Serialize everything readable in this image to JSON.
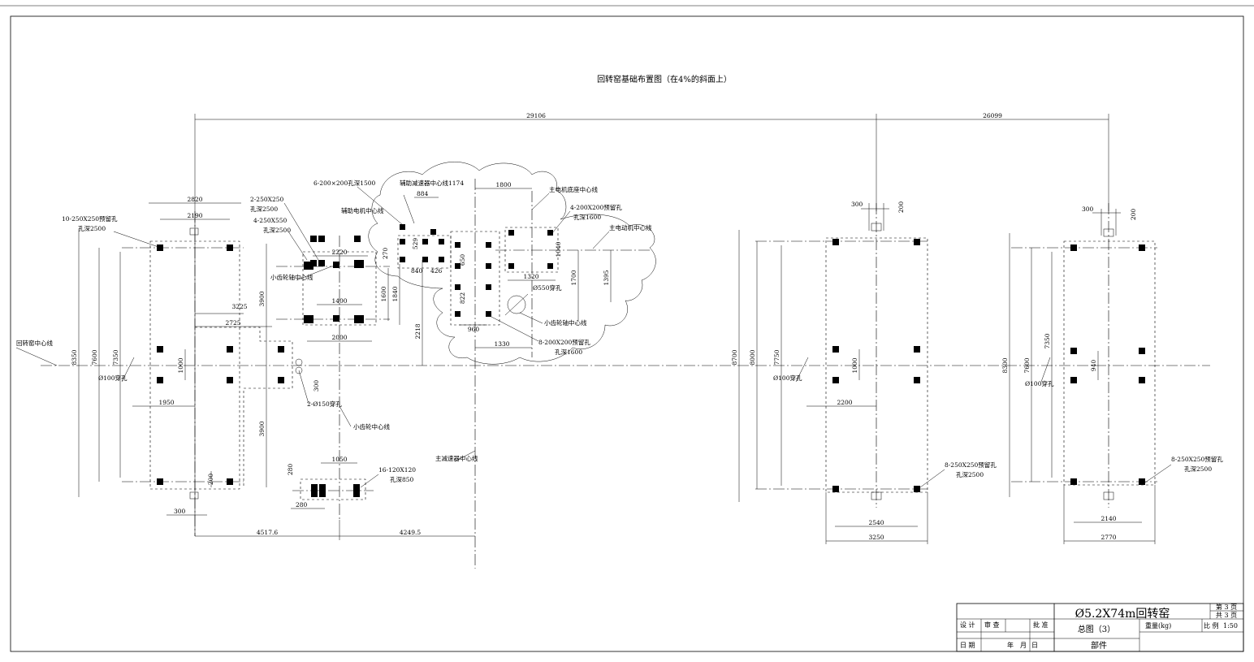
{
  "drawing": {
    "title": "回转窑基础布置图（在4%的斜面上）",
    "center_line": "回转窑中心线",
    "dims": {
      "d29106": "29106",
      "d26099": "26099",
      "d2820": "2820",
      "d2190": "2190",
      "d8350": "8350",
      "d7600": "7600",
      "d7350": "7350",
      "d1950": "1950",
      "d1000a": "1000",
      "d3225": "3225",
      "d2725": "2725",
      "d3900a": "3900",
      "d3900b": "3900",
      "d200a": "200",
      "d300a": "300",
      "d4517": "4517.6",
      "d4249": "4249.5",
      "d2220": "2220",
      "d1400": "1400",
      "d2000": "2000",
      "d1600": "1600",
      "d1840": "1840",
      "d300b": "300",
      "d1050": "1050",
      "d280a": "280",
      "d280b": "280",
      "d884": "884",
      "d529": "529",
      "d840": "840",
      "d426": "426",
      "d270": "270",
      "d1800": "1800",
      "d1040": "1040",
      "d1320": "1320",
      "d1700": "1700",
      "d1395": "1395",
      "d650": "650",
      "d822": "822",
      "d960": "960",
      "d1330": "1330",
      "d2218": "2218",
      "d8700": "8700",
      "d8000": "8000",
      "d7750": "7750",
      "d1000b": "1000",
      "d2200": "2200",
      "d2540": "2540",
      "d3250": "3250",
      "d300c": "300",
      "d200b": "200",
      "d8300": "8300",
      "d7600b": "7600",
      "d7350b": "7350",
      "d940": "940",
      "d2140": "2140",
      "d2770": "2770",
      "d300d": "300",
      "d200c": "200"
    },
    "labels": {
      "l1": "10-250X250预留孔",
      "l1b": "孔深2500",
      "l2": "2-250X250",
      "l2b": "孔深2500",
      "l3": "4-250X550",
      "l3b": "孔深2500",
      "l4": "6-200×200孔深1500",
      "l5": "辅助减速器中心线1174",
      "l6": "辅助电机中心线",
      "l7": "主电机底座中心线",
      "l8": "4-200X200预留孔",
      "l8b": "孔深1600",
      "l9": "主电动机中心线",
      "l10": "小齿轮轴中心线",
      "l11": "Ø550穿孔",
      "l12": "小齿轮轴中心线",
      "l13": "8-200X200预留孔",
      "l13b": "孔深1600",
      "l14": "Ø100穿孔",
      "l15": "2-Ø150穿孔",
      "l16": "小齿轮中心线",
      "l17": "主减速器中心线",
      "l18": "16-120X120",
      "l18b": "孔深850",
      "l19": "Ø100穿孔",
      "l20": "8-250X250预留孔",
      "l20b": "孔深2500",
      "l21": "Ø100穿孔",
      "l22": "8-250X250预留孔",
      "l22b": "孔深2500"
    }
  },
  "title_block": {
    "product": "Ø5.2X74m回转窑",
    "drawing_name": "总图（3）",
    "part": "部件",
    "sheet": "第 3 页",
    "total": "共 3 页",
    "weight": "重量(kg)",
    "scale_label": "比 例",
    "scale": "1:50",
    "design": "设 计",
    "check": "审 查",
    "approve": "批 准",
    "date": "日 期",
    "year": "年",
    "month": "月",
    "day": "日"
  }
}
